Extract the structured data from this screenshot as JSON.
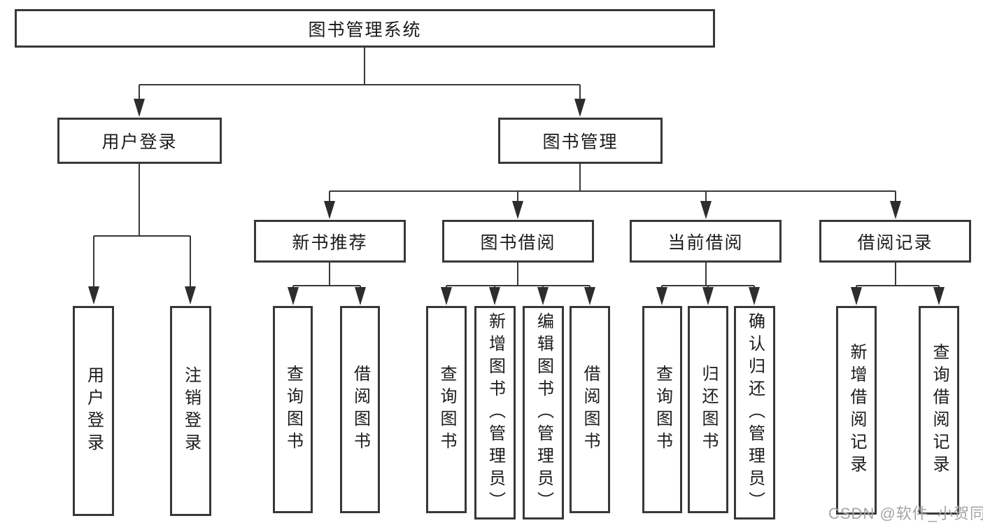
{
  "diagram": {
    "tree": {
      "label": "图书管理系统",
      "children": [
        {
          "label": "用户登录",
          "children": [
            {
              "label": "用户登录"
            },
            {
              "label": "注销登录"
            }
          ]
        },
        {
          "label": "图书管理",
          "children": [
            {
              "label": "新书推荐",
              "children": [
                {
                  "label": "查询图书"
                },
                {
                  "label": "借阅图书"
                }
              ]
            },
            {
              "label": "图书借阅",
              "children": [
                {
                  "label": "查询图书"
                },
                {
                  "label": "新增图书（管理员）"
                },
                {
                  "label": "编辑图书（管理员）"
                },
                {
                  "label": "借阅图书"
                }
              ]
            },
            {
              "label": "当前借阅",
              "children": [
                {
                  "label": "查询图书"
                },
                {
                  "label": "归还图书"
                },
                {
                  "label": "确认归还（管理员）"
                }
              ]
            },
            {
              "label": "借阅记录",
              "children": [
                {
                  "label": "新增借阅记录"
                },
                {
                  "label": "查询借阅记录"
                }
              ]
            }
          ]
        }
      ]
    },
    "colors": {
      "box_border": "#383838",
      "connector": "#383838",
      "text": "#1b1b1b",
      "background": "#ffffff",
      "watermark": "#a4a4aa"
    }
  },
  "watermark": {
    "text": "CSDN @软件_小贺同学"
  }
}
